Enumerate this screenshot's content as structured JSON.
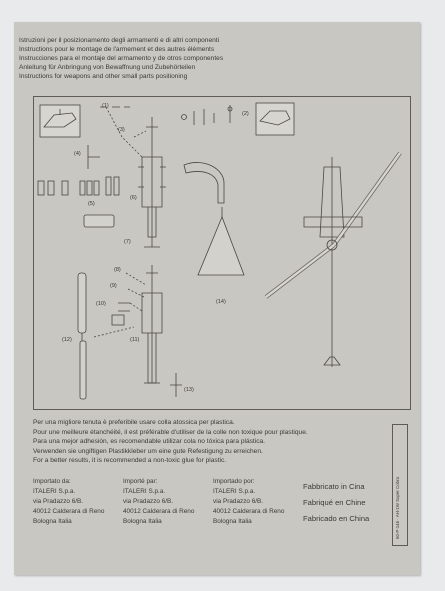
{
  "header": {
    "lines": [
      "Istruzioni per il posizionamento degli armamenti e di altri componenti",
      "Instructions pour le montage de l'armement et des autres éléments",
      "Instrucciones para el montaje del armamento y de otros componentes",
      "Anleitung für Anbringung von Bewaffnung und Zubehörteilen",
      "Instructions for weapons and other small parts positioning"
    ]
  },
  "diagram": {
    "labels": [
      "(1)",
      "(2)",
      "(3)",
      "(4)",
      "(5)",
      "(6)",
      "(7)",
      "(8)",
      "(9)",
      "(10)",
      "(11)",
      "(12)",
      "(13)",
      "(14)"
    ]
  },
  "glue": {
    "lines": [
      "Per una migliore tenuta è preferibile usare colla atossica per plastica.",
      "Pour une meilleure étanchéité, il est préférable d'utiliser de la colle non toxique pour plastique.",
      "Para una mejor adhesión, es recomendable utilizar cola no tóxica para plástica.",
      "Verwenden sie ungiftigen Plastikkleber um eine gute Refestigung zu erreichen.",
      "For a better results, it is recommended a non-toxic glue for plastic."
    ]
  },
  "importers": [
    {
      "title": "Importato da:",
      "company": "ITALERI S.p.a.",
      "street": "via Pradazzo 6/B.",
      "city": "40012 Calderara di Reno",
      "country": "Bologna Italia"
    },
    {
      "title": "Importé par:",
      "company": "ITALERI S.p.a.",
      "street": "via Pradazzo 6/B.",
      "city": "40012 Calderara di Reno",
      "country": "Bologna Italia"
    },
    {
      "title": "Importado por:",
      "company": "ITALERI S.p.a.",
      "street": "via Pradazzo 6/B.",
      "city": "40012 Calderara di Reno",
      "country": "Bologna Italia"
    }
  ],
  "fabricated": [
    "Fabbricato in Cina",
    "Fabriqué en Chine",
    "Fabricado en China"
  ],
  "kit_code": "60-P-146 · AH-1W Super Cobra"
}
